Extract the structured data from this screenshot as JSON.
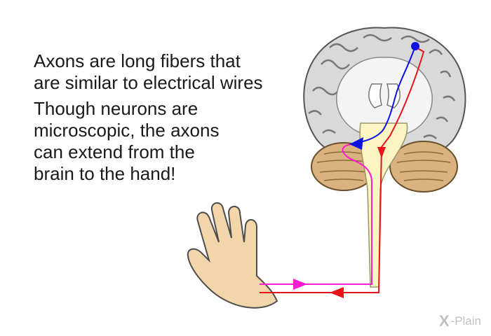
{
  "text": {
    "para1": [
      "Axons are long fibers that",
      "are similar to electrical wires"
    ],
    "para2": [
      "Though neurons are",
      "microscopic, the axons",
      "can extend from the",
      "brain to the hand!"
    ]
  },
  "brand": {
    "mark": "X",
    "name": "-Plain"
  },
  "colors": {
    "blue_axon": "#0b12e0",
    "red_axon": "#e8141a",
    "magenta_axon": "#ff1ad1",
    "brain_gray": "#d9d9d9",
    "cerebellum": "#d9b27f",
    "brainstem": "#fbf4c3",
    "skin": "#f2d5a8"
  },
  "icons": [
    "brain-illustration",
    "hand-illustration",
    "xplain-logo-icon"
  ]
}
